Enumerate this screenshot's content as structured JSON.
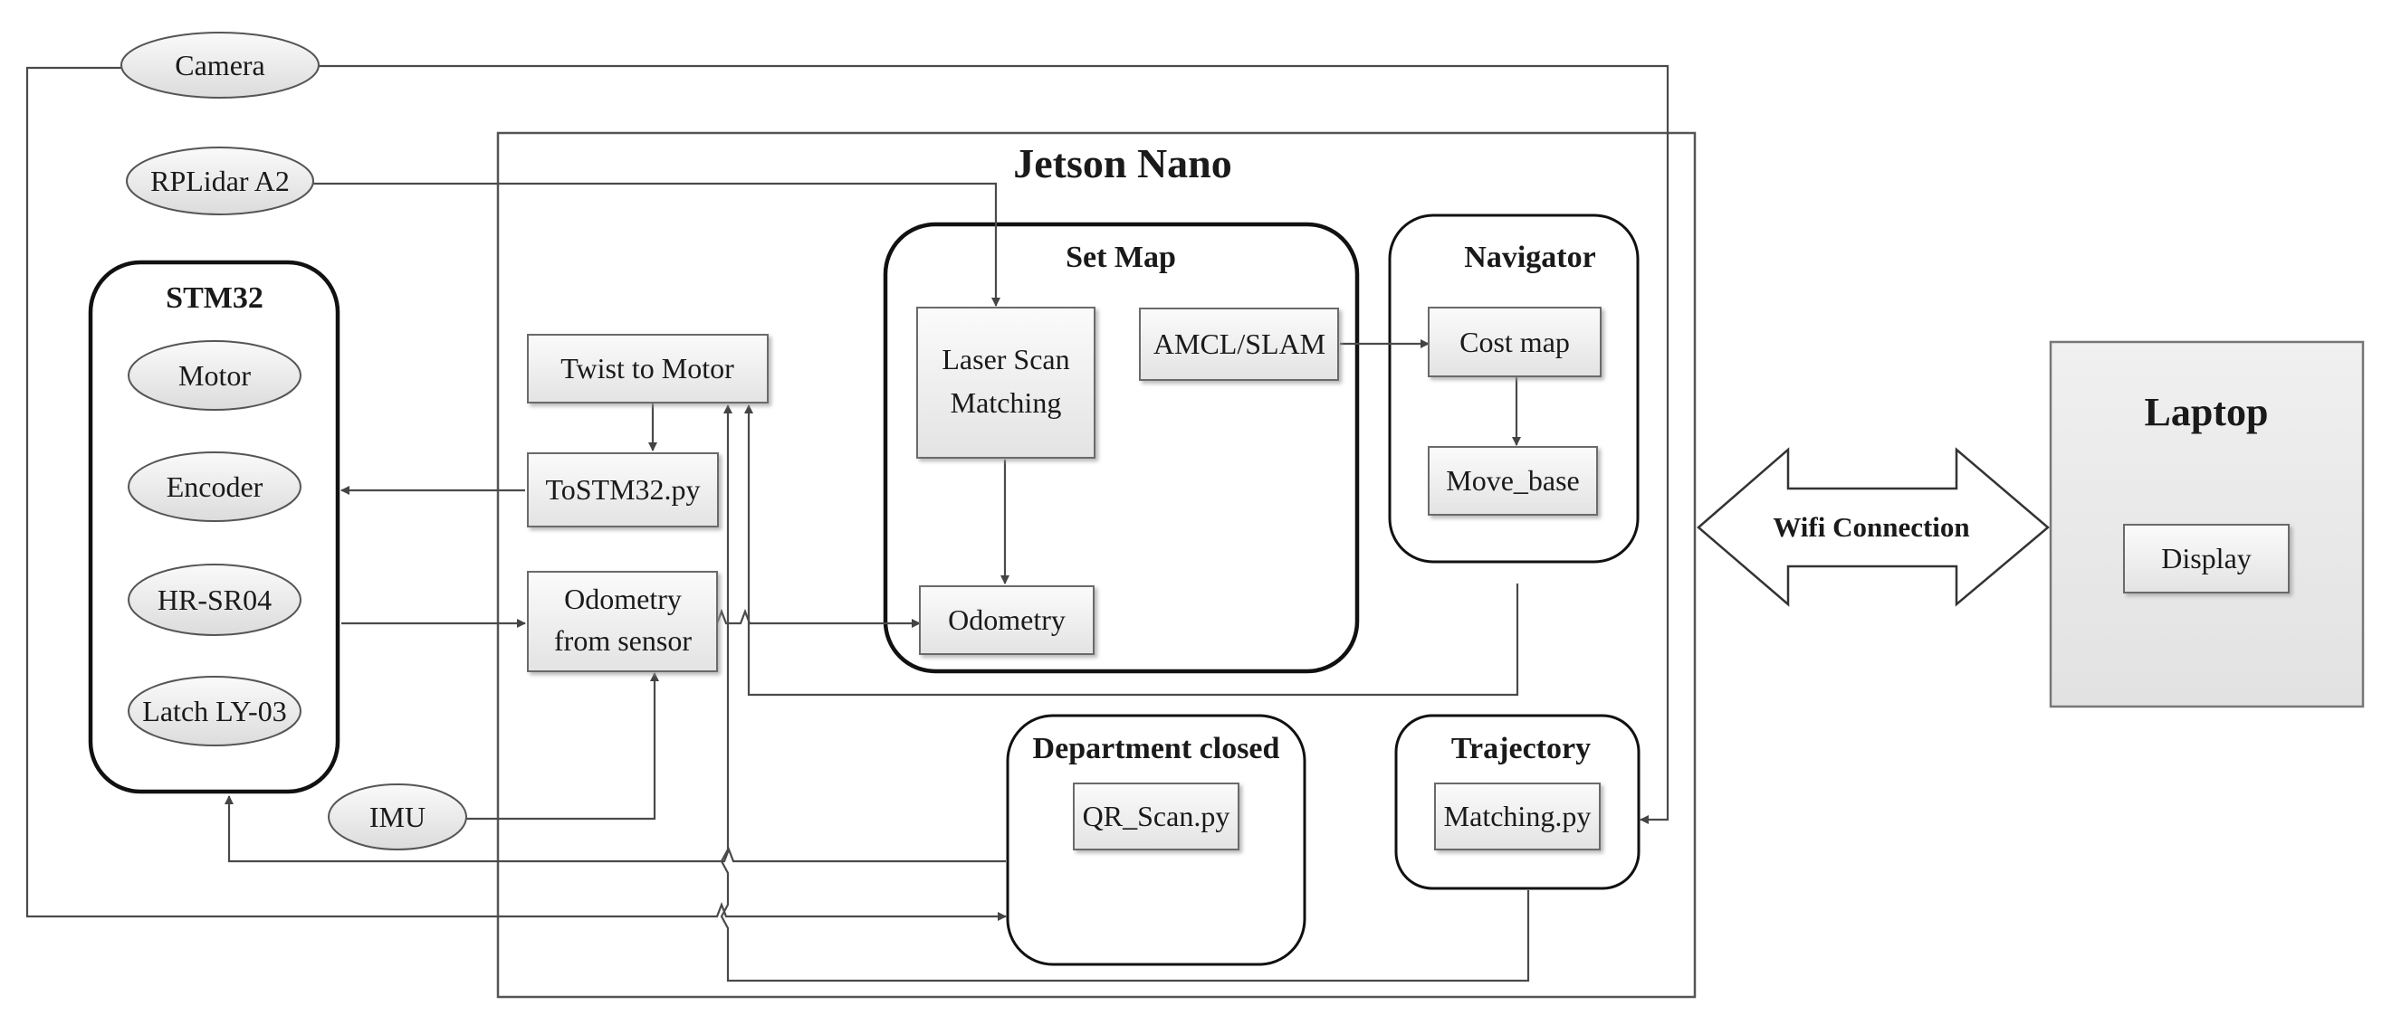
{
  "diagram": {
    "jetson_title": "Jetson Nano",
    "nodes": {
      "camera": "Camera",
      "rplidar": "RPLidar A2",
      "imu": "IMU",
      "stm32_title": "STM32",
      "motor": "Motor",
      "encoder": "Encoder",
      "hrsr04": "HR-SR04",
      "latch": "Latch LY-03",
      "twist_to_motor": "Twist to Motor",
      "tostm32": "ToSTM32.py",
      "odometry_sensor_line1": "Odometry",
      "odometry_sensor_line2": "from sensor",
      "setmap_title": "Set Map",
      "laser_line1": "Laser Scan",
      "laser_line2": "Matching",
      "amcl": "AMCL/SLAM",
      "odometry": "Odometry",
      "navigator_title": "Navigator",
      "costmap": "Cost map",
      "move_base": "Move_base",
      "department_title": "Department closed",
      "qr_scan": "QR_Scan.py",
      "trajectory_title": "Trajectory",
      "matching": "Matching.py",
      "wifi": "Wifi Connection",
      "laptop_title": "Laptop",
      "display": "Display"
    }
  }
}
